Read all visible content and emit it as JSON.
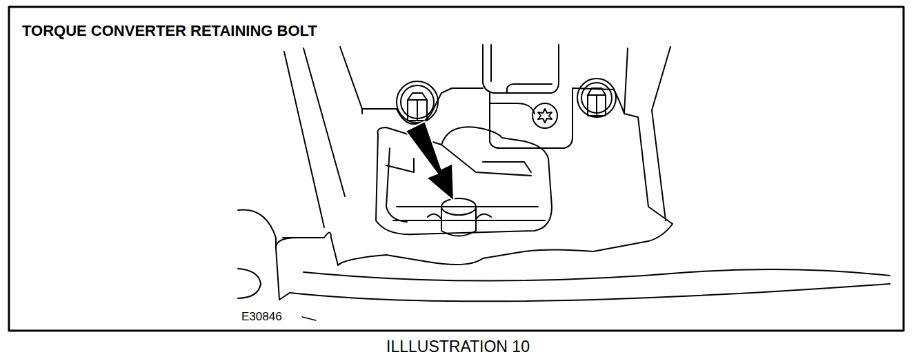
{
  "diagram": {
    "title": "TORQUE CONVERTER RETAINING BOLT",
    "caption": "ILLLUSTRATION 10",
    "labels": [
      "E30846"
    ]
  }
}
